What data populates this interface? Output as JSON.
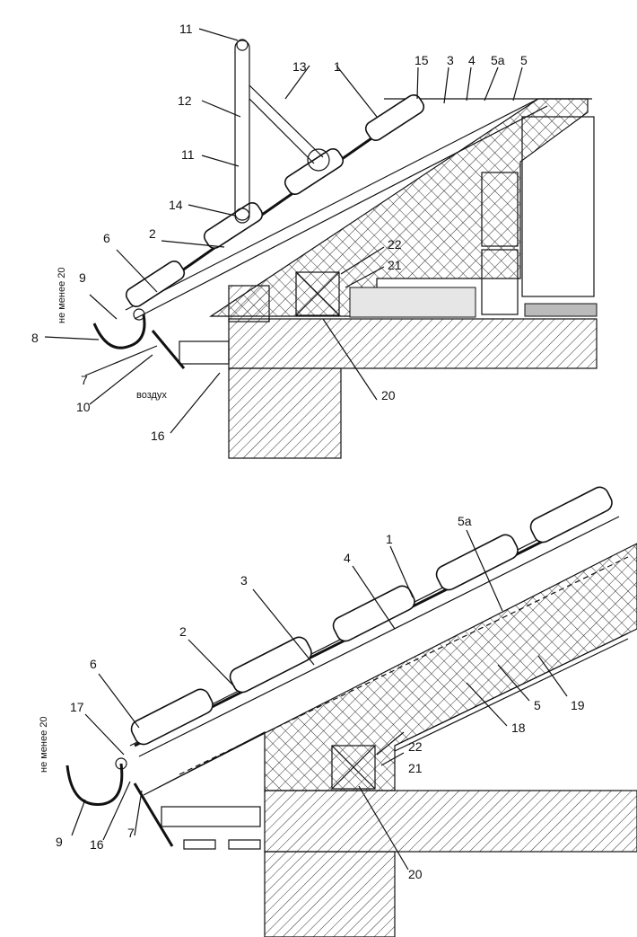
{
  "top": {
    "labels": {
      "l1": "1",
      "l2": "2",
      "l3": "3",
      "l4": "4",
      "l5a": "5а",
      "l5": "5",
      "l6": "6",
      "l7": "7",
      "l8": "8",
      "l9": "9",
      "l10": "10",
      "l11a": "11",
      "l11b": "11",
      "l12": "12",
      "l13": "13",
      "l14": "14",
      "l15": "15",
      "l16": "16",
      "l20": "20",
      "l21": "21",
      "l22": "22"
    },
    "note_min": "не менее 20",
    "air": "воздух"
  },
  "bottom": {
    "labels": {
      "l1": "1",
      "l2": "2",
      "l3": "3",
      "l4": "4",
      "l5a": "5а",
      "l5": "5",
      "l6": "6",
      "l7": "7",
      "l9": "9",
      "l16": "16",
      "l17": "17",
      "l18": "18",
      "l19": "19",
      "l20": "20",
      "l21": "21",
      "l22": "22"
    },
    "note_min": "не менее 20"
  }
}
